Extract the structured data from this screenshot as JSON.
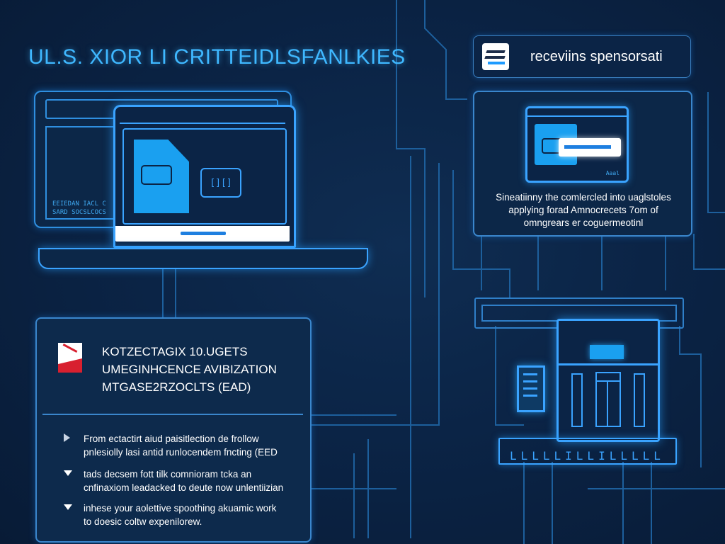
{
  "title": "UL.S. XIOR LI CRITTEIDLSFANLKIES",
  "sponsor": {
    "label": "receviins spensorsati"
  },
  "laptop": {
    "caption_line1": "EEIEDAN IACL C",
    "caption_line2": "SARD SOCSLCOCS",
    "card_glyph": "[][]"
  },
  "info_panel": {
    "window_tag": "Aaal",
    "lines": [
      "Sineatiinny the comlercled into uaglstoles",
      "applying forad Amnocrecets 7om of",
      "omngrears er coguermeotinl"
    ]
  },
  "detail_panel": {
    "heading_lines": [
      "KOTZECTAGIX 10.UGETS",
      "UMEGINHCENCE AVIBIZATION",
      "MTGASE2RZOCLTS (EAD)"
    ],
    "bullets": [
      {
        "lines": [
          "From ectactirt aiud paisitlection de frollow",
          "pnlesiolly lasi antid runlocendem fncting (EED"
        ]
      },
      {
        "lines": [
          "tads decsem fott tilk comnioram tcka an",
          "cnfinaxiom leadacked to deute now unlentiizian"
        ]
      },
      {
        "lines": [
          "inhese your aolettive spoothing akuamic work",
          "to doesic coltw expenilorew."
        ]
      }
    ]
  },
  "building": {
    "base_ticks": "LLLLLILLILLLLL"
  },
  "colors": {
    "background": "#0a2140",
    "accent_cyan": "#3aa3ff",
    "title_cyan": "#3fb8ff",
    "flag_red": "#d8202f"
  }
}
